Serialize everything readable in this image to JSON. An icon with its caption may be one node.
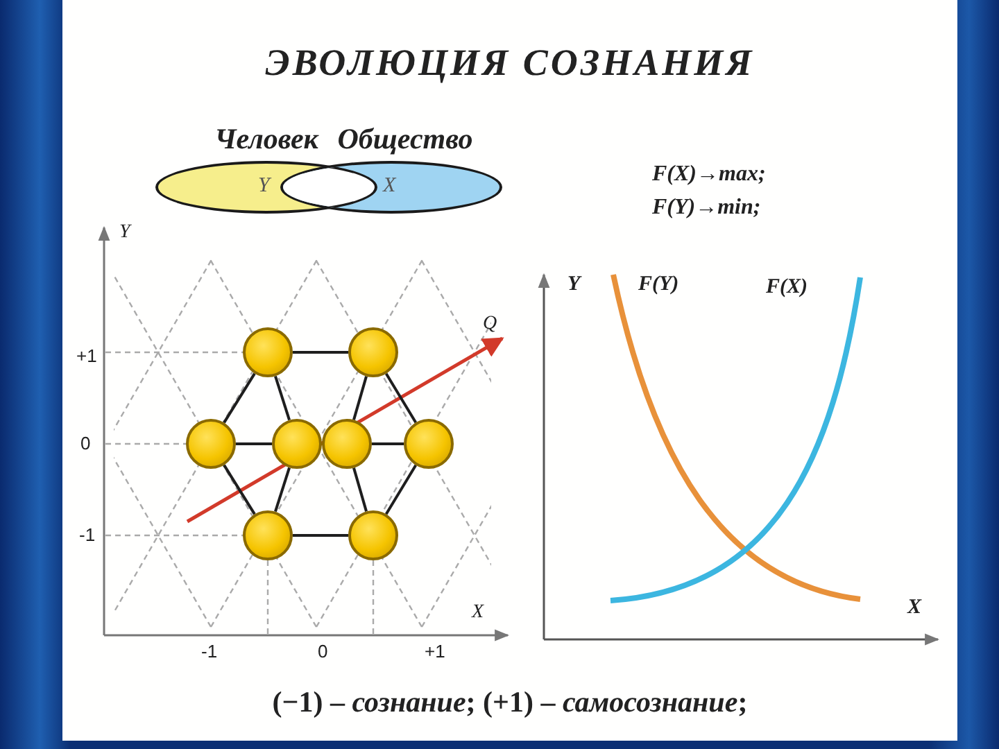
{
  "diagram": {
    "title": "ЭВОЛЮЦИЯ СОЗНАНИЯ",
    "caption": "(−1) – *сознание*;  (+1) – *самосознание*;",
    "nodes": [
      {
        "text": [
          "Человек",
          "Y"
        ]
      },
      {
        "text": [
          "Общество",
          "X"
        ]
      },
      {
        "text": [],
        "shape": "circle"
      },
      {
        "text": [],
        "shape": "circle"
      },
      {
        "text": [],
        "shape": "circle"
      },
      {
        "text": [],
        "shape": "circle"
      },
      {
        "text": [],
        "shape": "circle"
      },
      {
        "text": [],
        "shape": "circle"
      },
      {
        "text": [],
        "shape": "circle"
      },
      {
        "text": [],
        "shape": "circle"
      }
    ],
    "edges": [
      {
        "from": 2,
        "to": 3,
        "arrow": "none"
      },
      {
        "from": 2,
        "to": 4,
        "arrow": "none"
      },
      {
        "from": 2,
        "to": 5,
        "arrow": "none"
      },
      {
        "from": 3,
        "to": 6,
        "arrow": "none"
      },
      {
        "from": 3,
        "to": 7,
        "arrow": "none"
      },
      {
        "from": 4,
        "to": 5,
        "arrow": "none"
      },
      {
        "from": 6,
        "to": 7,
        "arrow": "none"
      },
      {
        "from": 4,
        "to": 8,
        "arrow": "none"
      },
      {
        "from": 5,
        "to": 8,
        "arrow": "none"
      },
      {
        "from": 6,
        "to": 9,
        "arrow": "none"
      },
      {
        "from": 7,
        "to": 9,
        "arrow": "none"
      },
      {
        "from": 8,
        "to": 9,
        "arrow": "none"
      }
    ],
    "labels": [
      "F(X)→max;",
      "F(Y)→min;",
      "Y",
      "Q",
      "+1",
      "0",
      "-1",
      "X",
      "-1",
      "0",
      "+1",
      "Y",
      "F(Y)",
      "F(X)",
      "X"
    ]
  }
}
